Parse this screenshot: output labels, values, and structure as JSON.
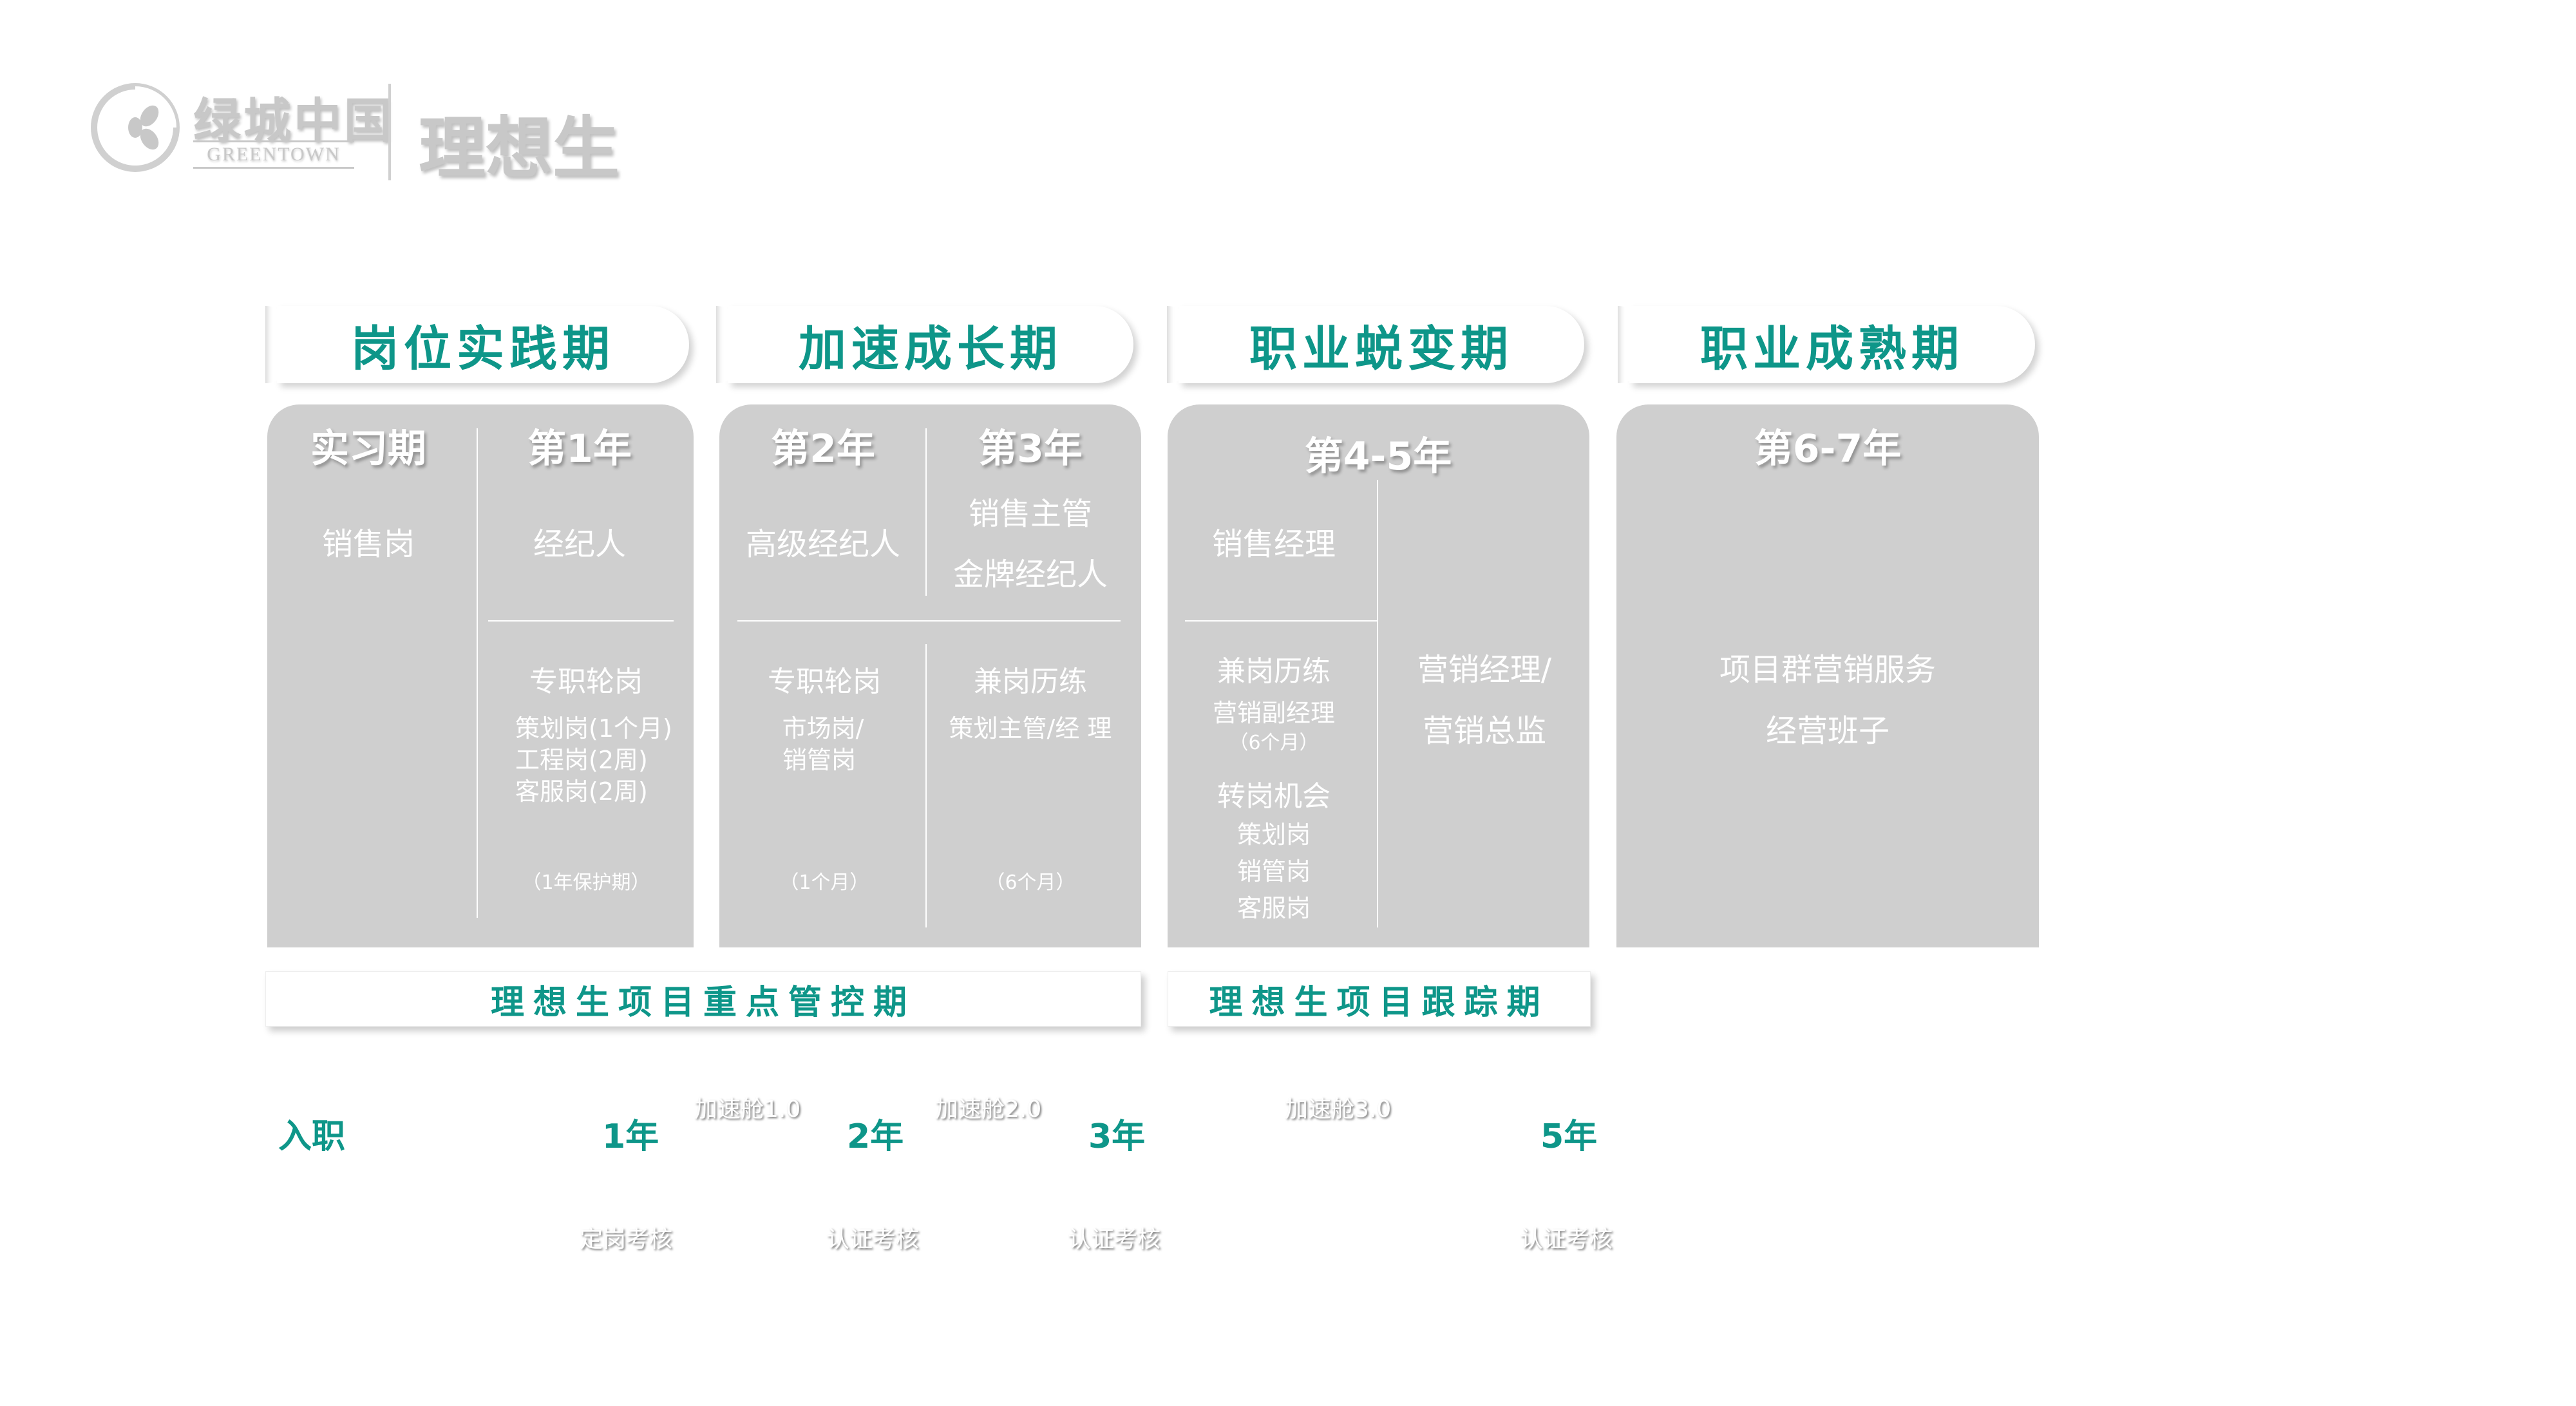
{
  "logo": {
    "brand_cn": "绿城中国",
    "brand_en": "GREENTOWN",
    "program": "理想生"
  },
  "phases": [
    {
      "title": "岗位实践期"
    },
    {
      "title": "加速成长期"
    },
    {
      "title": "职业蜕变期"
    },
    {
      "title": "职业成熟期"
    }
  ],
  "panel1": {
    "col1_head": "实习期",
    "col1_role": "销售岗",
    "col2_head": "第1年",
    "col2_role": "经纪人",
    "rotation_title": "专职轮岗",
    "rotation_items": [
      "策划岗(1个月)",
      "工程岗(2周)",
      "客服岗(2周)"
    ],
    "note": "（1年保护期）"
  },
  "panel2": {
    "col1_head": "第2年",
    "col1_role": "高级经纪人",
    "col2_head": "第3年",
    "col2_role_a": "销售主管",
    "col2_role_b": "金牌经纪人",
    "col1_rotation_title": "专职轮岗",
    "col1_rotation_items": [
      "市场岗/",
      "销管岗"
    ],
    "col1_note": "（1个月）",
    "col2_rotation_title": "兼岗历练",
    "col2_rotation_item": "策划主管/经 理",
    "col2_note": "（6个月）"
  },
  "panel3": {
    "head": "第4-5年",
    "col1_role": "销售经理",
    "col1_concurrent_title": "兼岗历练",
    "col1_concurrent_item": "营销副经理",
    "col1_concurrent_note": "（6个月）",
    "col1_transfer_title": "转岗机会",
    "col1_transfer_items": [
      "策划岗",
      "销管岗",
      "客服岗"
    ],
    "col2_role_a": "营销经理/",
    "col2_role_b": "营销总监"
  },
  "panel4": {
    "head": "第6-7年",
    "role_a": "项目群营销服务",
    "role_b": "经营班子"
  },
  "bars": {
    "control": "理想生项目重点管控期",
    "tracking": "理想生项目跟踪期"
  },
  "timeline": {
    "milestones": [
      "入职",
      "1年",
      "2年",
      "3年",
      "5年"
    ],
    "boosts": [
      "加速舱1.0",
      "加速舱2.0",
      "加速舱3.0"
    ],
    "exams": [
      "定岗考核",
      "认证考核",
      "认证考核",
      "认证考核"
    ]
  }
}
